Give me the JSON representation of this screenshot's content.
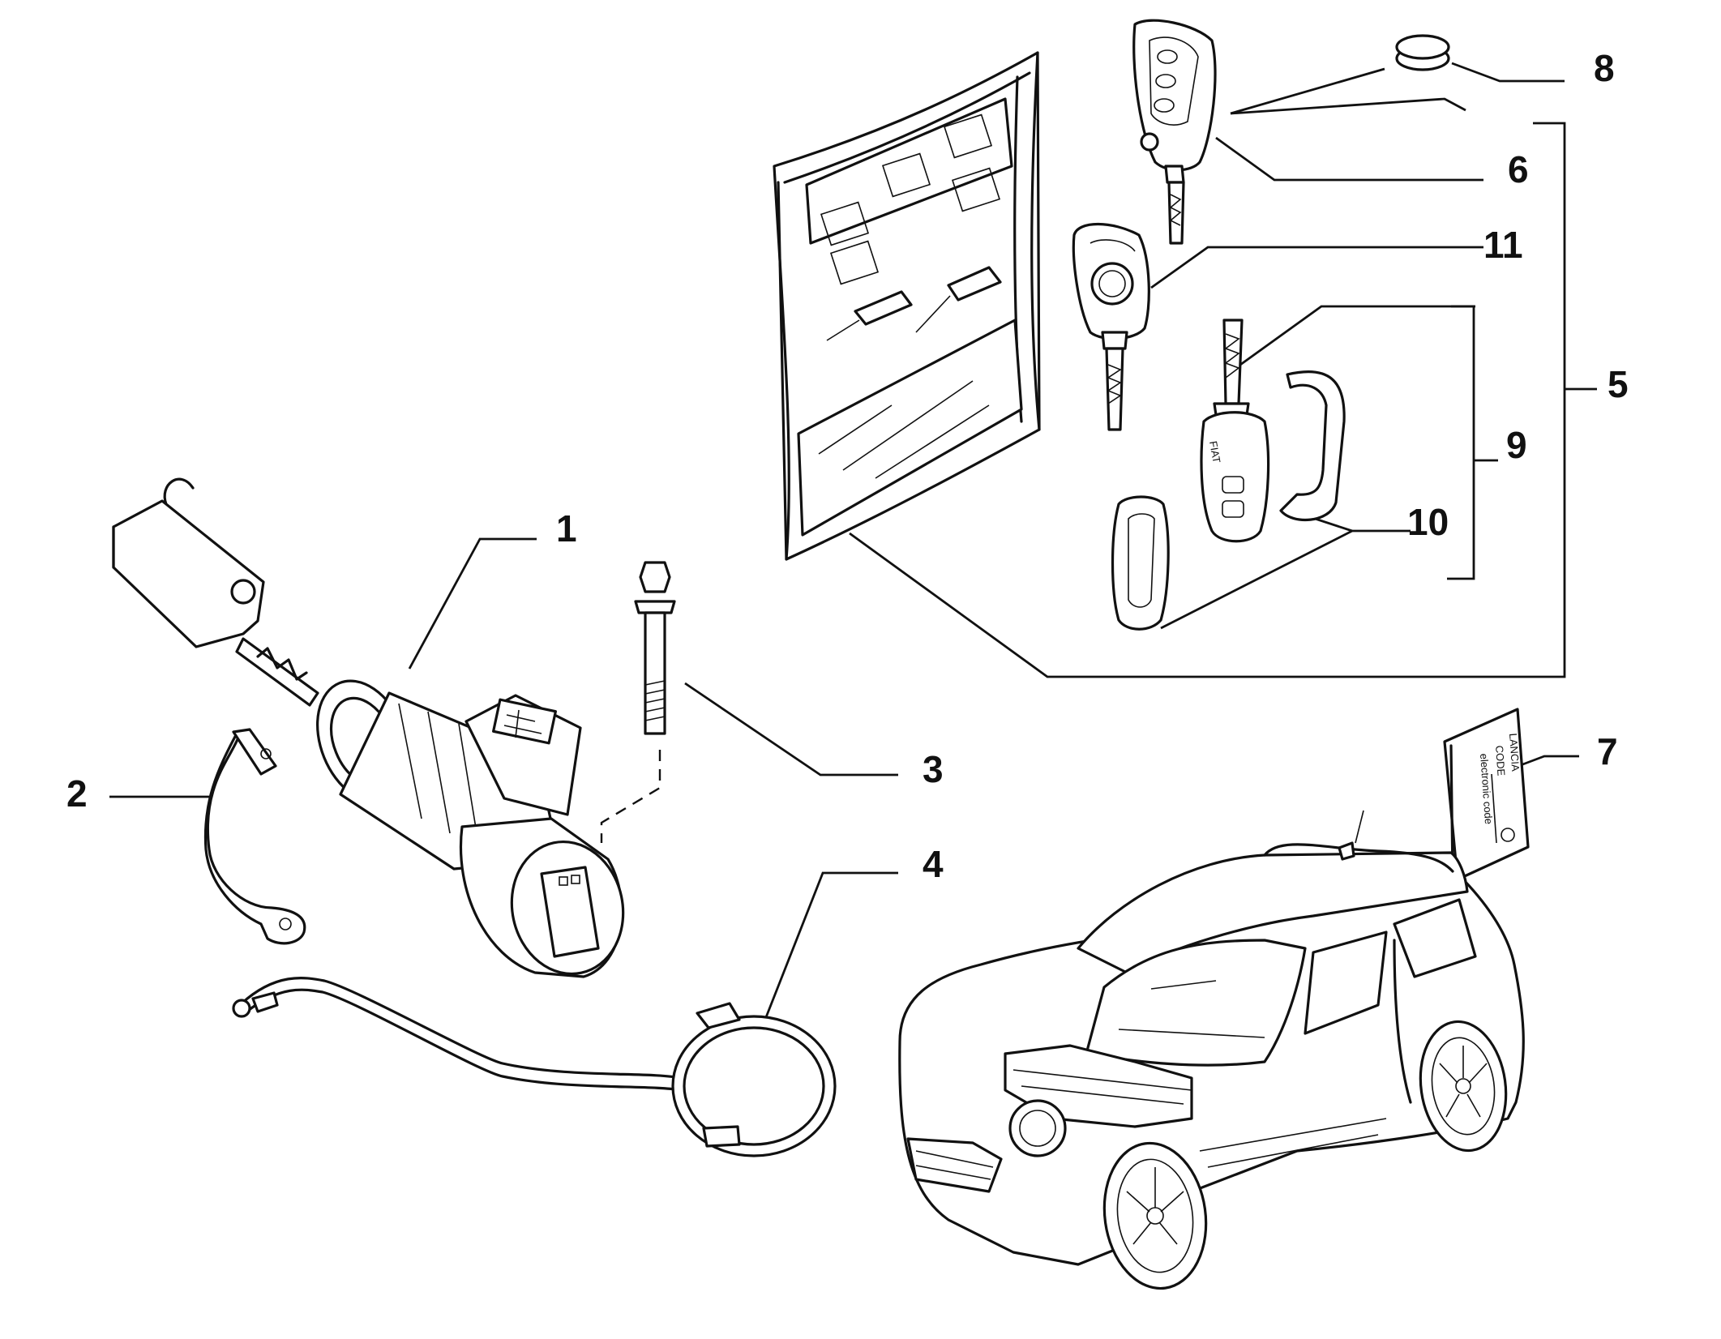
{
  "callouts": [
    "1",
    "2",
    "3",
    "4",
    "5",
    "6",
    "7",
    "8",
    "9",
    "10",
    "11"
  ],
  "card_text": {
    "brand": "LANCIA",
    "line1": "CODE",
    "line2": "electronic code"
  },
  "key_badge": "FIAT"
}
